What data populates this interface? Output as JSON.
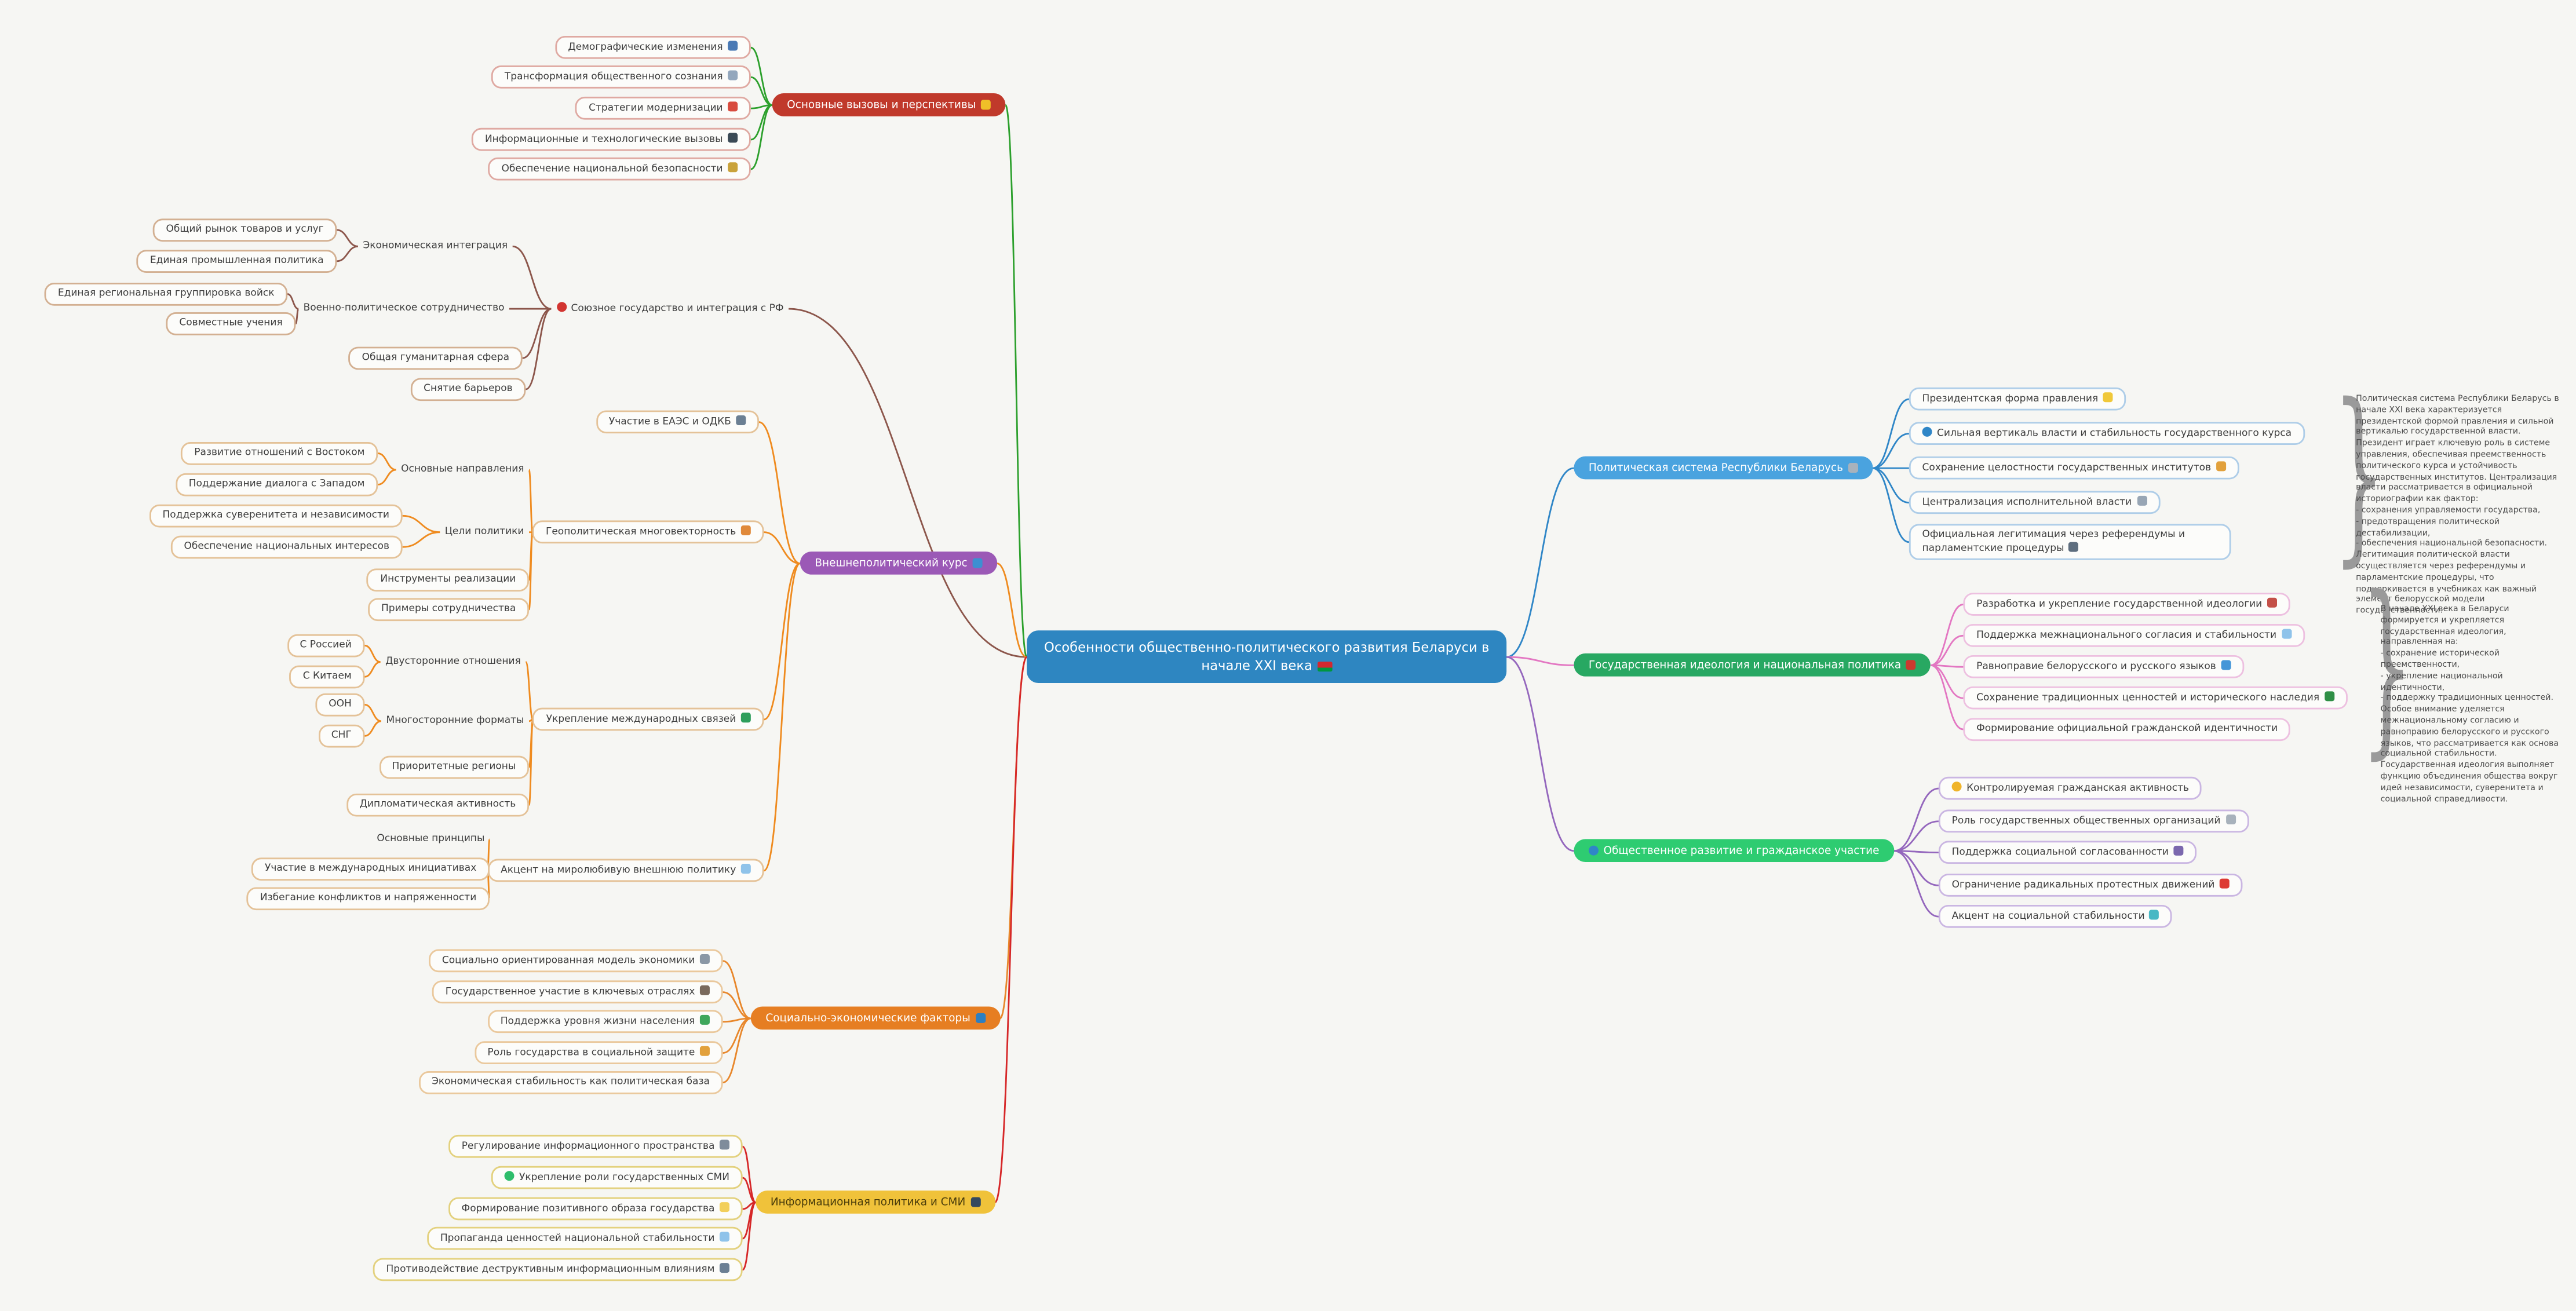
{
  "colors": {
    "background": "#f6f6f3",
    "center_fill": "#2e86c1",
    "challenges": {
      "link": "#2ca02c",
      "fill": "#c0392b",
      "border": "#dfa9a2"
    },
    "union": {
      "link": "#8c564b",
      "border": "#d3b092"
    },
    "foreign": {
      "link": "#ef8b1f",
      "fill": "#9b59b6",
      "border": "#e4c298"
    },
    "socio": {
      "link": "#e8872b",
      "fill": "#e67e22",
      "border": "#eac89c"
    },
    "info": {
      "link": "#d62728",
      "fill": "#f0c23a",
      "border": "#e3d17e"
    },
    "political": {
      "link": "#2f86c7",
      "fill": "#4aa3df",
      "border": "#aecde8"
    },
    "ideology": {
      "link": "#e377c2",
      "fill": "#28a862",
      "border": "#edc0e0"
    },
    "civic": {
      "link": "#9467bd",
      "fill": "#2ecc71",
      "border": "#cab6e2"
    }
  },
  "center": {
    "label": "Особенности общественно-политического развития Беларуси в начале XXI века",
    "icon": "belarus-flag"
  },
  "branches": {
    "challenges": {
      "label": "Основные вызовы и перспективы",
      "icon": "warning",
      "children": [
        {
          "label": "Демографические изменения",
          "icon": "people"
        },
        {
          "label": "Трансформация общественного сознания",
          "icon": "thought"
        },
        {
          "label": "Стратегии модернизации",
          "icon": "rocket"
        },
        {
          "label": "Информационные и технологические вызовы",
          "icon": "laptop"
        },
        {
          "label": "Обеспечение национальной безопасности",
          "icon": "lock"
        }
      ]
    },
    "union": {
      "label": "Союзное государство и интеграция с РФ",
      "icon": "red-circle",
      "children": {
        "economic": {
          "label": "Экономическая интеграция",
          "children": [
            {
              "label": "Общий рынок товаров и услуг"
            },
            {
              "label": "Единая промышленная политика"
            }
          ]
        },
        "military": {
          "label": "Военно-политическое сотрудничество",
          "children": [
            {
              "label": "Единая региональная группировка войск"
            },
            {
              "label": "Совместные учения"
            }
          ]
        },
        "humanitarian": {
          "label": "Общая гуманитарная сфера"
        },
        "barriers": {
          "label": "Снятие барьеров"
        }
      }
    },
    "foreign": {
      "label": "Внешнеполитический курс",
      "icon": "globe",
      "children": {
        "eaeu": {
          "label": "Участие в ЕАЭС и ОДКБ",
          "icon": "shield"
        },
        "geo": {
          "label": "Геополитическая многовекторность",
          "icon": "compass",
          "children": {
            "directions": {
              "label": "Основные направления",
              "children": [
                {
                  "label": "Развитие отношений с Востоком"
                },
                {
                  "label": "Поддержание диалога с Западом"
                }
              ]
            },
            "goals": {
              "label": "Цели политики",
              "children": [
                {
                  "label": "Поддержка суверенитета и независимости"
                },
                {
                  "label": "Обеспечение национальных интересов"
                }
              ]
            },
            "tools": {
              "label": "Инструменты реализации"
            },
            "examples": {
              "label": "Примеры сотрудничества"
            }
          }
        },
        "intl": {
          "label": "Укрепление международных связей",
          "icon": "globe2",
          "children": {
            "bilateral": {
              "label": "Двусторонние отношения",
              "children": [
                {
                  "label": "С Россией"
                },
                {
                  "label": "С Китаем"
                }
              ]
            },
            "multilateral": {
              "label": "Многосторонние форматы",
              "children": [
                {
                  "label": "ООН"
                },
                {
                  "label": "СНГ"
                }
              ]
            },
            "regions": {
              "label": "Приоритетные регионы"
            },
            "diplomacy": {
              "label": "Дипломатическая активность"
            }
          }
        },
        "peace": {
          "label": "Акцент на миролюбивую внешнюю политику",
          "icon": "dove",
          "children": {
            "principles": {
              "label": "Основные принципы"
            },
            "initiatives": {
              "label": "Участие в международных инициативах"
            },
            "avoidance": {
              "label": "Избегание конфликтов и напряженности"
            }
          }
        }
      }
    },
    "socio": {
      "label": "Социально-экономические факторы",
      "icon": "bar-chart",
      "children": [
        {
          "label": "Социально ориентированная модель экономики",
          "icon": "scales"
        },
        {
          "label": "Государственное участие в ключевых отраслях",
          "icon": "factory"
        },
        {
          "label": "Поддержка уровня жизни населения",
          "icon": "chart-up"
        },
        {
          "label": "Роль государства в социальной защите",
          "icon": "handshake"
        },
        {
          "label": "Экономическая стабильность как политическая база"
        }
      ]
    },
    "info": {
      "label": "Информационная политика и СМИ",
      "icon": "tv",
      "children": [
        {
          "label": "Регулирование информационного пространства",
          "icon": "antenna"
        },
        {
          "label": "Укрепление роли государственных СМИ",
          "icon": "green-circle"
        },
        {
          "label": "Формирование позитивного образа государства",
          "icon": "sparkles"
        },
        {
          "label": "Пропаганда ценностей национальной стабильности",
          "icon": "dove"
        },
        {
          "label": "Противодействие деструктивным информационным влияниям",
          "icon": "shield"
        }
      ]
    },
    "political": {
      "label": "Политическая система Республики Беларусь",
      "icon": "classical-building",
      "children": [
        {
          "label": "Президентская форма правления",
          "icon": "crown"
        },
        {
          "label": "Сильная вертикаль власти и стабильность государственного курса",
          "icon": "blue-circle"
        },
        {
          "label": "Сохранение целостности государственных институтов",
          "icon": "handshake"
        },
        {
          "label": "Централизация исполнительной власти",
          "icon": "office-building"
        },
        {
          "label": "Официальная легитимация через референдумы и парламентские процедуры",
          "icon": "ballot"
        }
      ],
      "note": "Политическая система Республики Беларусь в начале XXI века характеризуется президентской формой правления и сильной вертикалью государственной власти. Президент играет ключевую роль в системе управления, обеспечивая преемственность политического курса и устойчивость государственных институтов. Централизация власти рассматривается в официальной историографии как фактор:\n- сохранения управляемости государства,\n- предотвращения политической дестабилизации,\n- обеспечения национальной безопасности.\nЛегитимация политической власти осуществляется через референдумы и парламентские процедуры, что подчеркивается в учебниках как важный элемент белорусской модели государственности."
    },
    "ideology": {
      "label": "Государственная идеология и национальная политика",
      "icon": "red-book",
      "children": [
        {
          "label": "Разработка и укрепление государственной идеологии",
          "icon": "institution"
        },
        {
          "label": "Поддержка межнационального согласия и стабильности",
          "icon": "dove"
        },
        {
          "label": "Равноправие белорусского и русского языков",
          "icon": "speech"
        },
        {
          "label": "Сохранение традиционных ценностей и исторического наследия",
          "icon": "tree"
        },
        {
          "label": "Формирование официальной гражданской идентичности"
        }
      ],
      "note": "В начале XXI века в Беларуси формируется и укрепляется государственная идеология, направленная на:\n- сохранение исторической преемственности,\n- укрепление национальной идентичности,\n- поддержку традиционных ценностей.\nОсобое внимание уделяется межнациональному согласию и равноправию белорусского и русского языков, что рассматривается как основа социальной стабильности. Государственная идеология выполняет функцию объединения общества вокруг идей независимости, суверенитета и социальной справедливости."
    },
    "civic": {
      "label": "Общественное развитие и гражданское участие",
      "icon": "person-circle",
      "children": [
        {
          "label": "Контролируемая гражданская активность",
          "icon": "yellow-circle"
        },
        {
          "label": "Роль государственных общественных организаций",
          "icon": "classical-building"
        },
        {
          "label": "Поддержка социальной согласованности",
          "icon": "link"
        },
        {
          "label": "Ограничение радикальных протестных движений",
          "icon": "no-entry"
        },
        {
          "label": "Акцент на социальной стабильности",
          "icon": "person-meditating"
        }
      ]
    }
  }
}
